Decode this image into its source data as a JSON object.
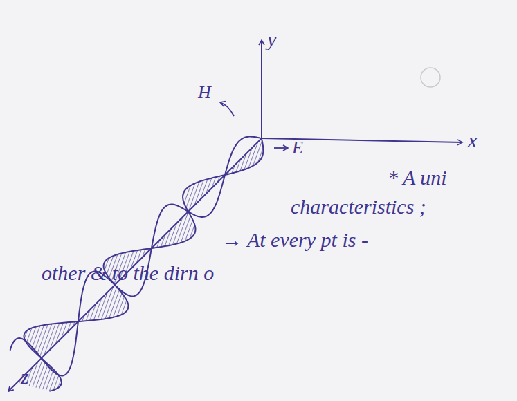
{
  "diagram": {
    "labels": [
      "y",
      "x",
      "H",
      "E",
      "* A uni",
      "characteristics ;",
      "→ At every pt is -",
      "z",
      "other & to the dirn o"
    ]
  }
}
